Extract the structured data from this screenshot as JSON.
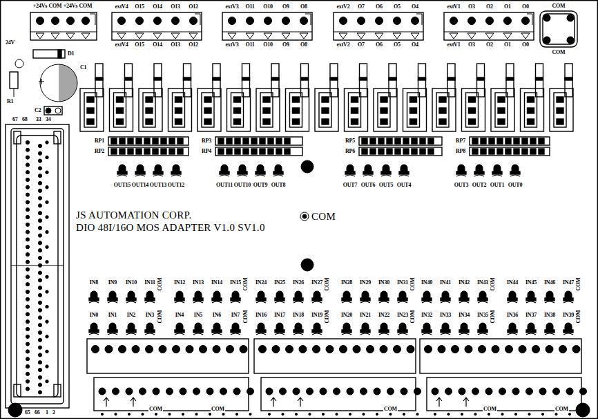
{
  "diagram": {
    "labels": [
      "+24Vs",
      "COM",
      "+24Vs",
      "COM",
      "extV4",
      "O15",
      "O14",
      "O13",
      "O12",
      "extV4",
      "O15",
      "O14",
      "O13",
      "O12",
      "extV3",
      "O11",
      "O10",
      "O9",
      "O8",
      "extV3",
      "O11",
      "O10",
      "O9",
      "O8",
      "extV2",
      "O7",
      "O6",
      "O5",
      "O4",
      "extV2",
      "O7",
      "O6",
      "O5",
      "O4",
      "extV1",
      "O3",
      "O2",
      "O1",
      "O0",
      "extV1",
      "O3",
      "O2",
      "O1",
      "O0",
      "COM",
      "COM",
      "24V",
      "D1",
      "C1",
      "C2",
      "R1",
      "67",
      "68",
      "33",
      "34",
      "65",
      "66",
      "1",
      "2",
      "RP1",
      "RP2",
      "RP3",
      "RP4",
      "RP5",
      "RP6",
      "RP7",
      "RP8",
      "OUT15",
      "OUT14",
      "OUT13",
      "OUT12",
      "OUT11",
      "OUT10",
      "OUT9",
      "OUT8",
      "OUT7",
      "OUT6",
      "OUT5",
      "OUT4",
      "OUT3",
      "OUT2",
      "OUT1",
      "OUT0",
      "JS AUTOMATION CORP.",
      "DIO 48I/16O MOS ADAPTER V1.0 SV1.0",
      "COM",
      "IN8",
      "IN9",
      "IN10",
      "IN11",
      "COM",
      "IN12",
      "IN13",
      "IN14",
      "IN15",
      "COM",
      "IN0",
      "IN1",
      "IN2",
      "IN3",
      "COM",
      "IN4",
      "IN5",
      "IN6",
      "IN7",
      "COM",
      "IN24",
      "IN25",
      "IN26",
      "IN27",
      "COM",
      "IN28",
      "IN29",
      "IN30",
      "IN31",
      "COM",
      "IN16",
      "IN17",
      "IN18",
      "IN19",
      "COM",
      "IN20",
      "IN21",
      "IN22",
      "IN23",
      "COM",
      "IN40",
      "IN41",
      "IN42",
      "IN43",
      "COM",
      "IN44",
      "IN45",
      "IN46",
      "IN47",
      "COM",
      "IN32",
      "IN33",
      "IN34",
      "IN35",
      "COM",
      "IN36",
      "IN37",
      "IN38",
      "IN39",
      "COM",
      "COM",
      "COM",
      "COM",
      "COM",
      "COM"
    ]
  }
}
